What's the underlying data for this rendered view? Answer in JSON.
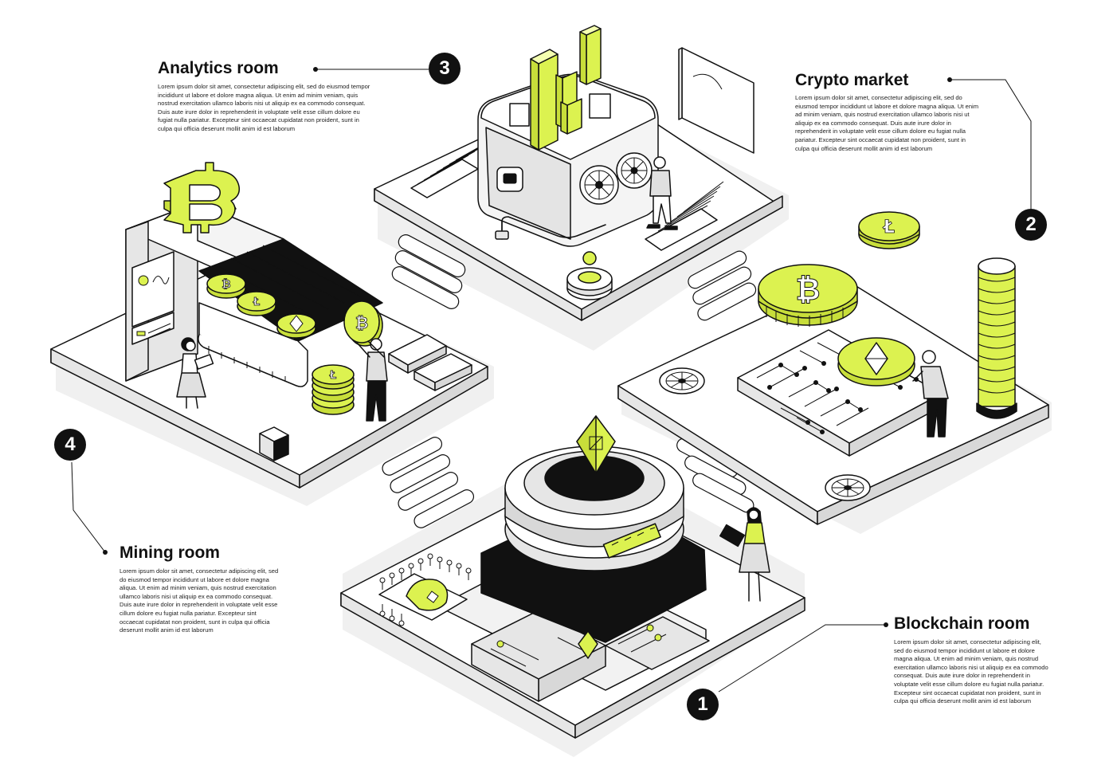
{
  "colors": {
    "accent": "#dcf250",
    "ink": "#111111",
    "surface": "#ffffff",
    "shade": "#e6e6e6",
    "shadow": "#f2f2f2"
  },
  "sections": {
    "analytics": {
      "number": "3",
      "title": "Analytics room",
      "text": "Lorem ipsum dolor sit amet, consectetur adipiscing elit, sed do eiusmod tempor incididunt ut labore et dolore magna aliqua. Ut enim ad minim veniam, quis nostrud exercitation ullamco laboris nisi ut aliquip ex ea commodo consequat. Duis aute irure dolor in reprehenderit in voluptate velit esse cillum dolore eu fugiat nulla pariatur. Excepteur sint occaecat cupidatat non proident, sunt in culpa qui officia deserunt mollit anim id est laborum"
    },
    "crypto_market": {
      "number": "2",
      "title": "Crypto market",
      "text": "Lorem ipsum dolor sit amet, consectetur adipiscing elit, sed do eiusmod tempor incididunt ut labore et dolore magna aliqua. Ut enim ad minim veniam, quis nostrud exercitation ullamco laboris nisi ut aliquip ex ea commodo consequat. Duis aute irure dolor in reprehenderit in voluptate velit esse cillum dolore eu fugiat nulla pariatur. Excepteur sint occaecat cupidatat non proident, sunt in culpa qui officia deserunt mollit anim id est laborum"
    },
    "mining": {
      "number": "4",
      "title": "Mining room",
      "text": "Lorem ipsum dolor sit amet, consectetur adipiscing elit, sed do eiusmod tempor incididunt ut labore et dolore magna aliqua. Ut enim ad minim veniam, quis nostrud exercitation ullamco laboris nisi ut aliquip ex ea commodo consequat. Duis aute irure dolor in reprehenderit in voluptate velit esse cillum dolore eu fugiat nulla pariatur. Excepteur sint occaecat cupidatat non proident, sunt in culpa qui officia deserunt mollit anim id est laborum"
    },
    "blockchain": {
      "number": "1",
      "title": "Blockchain room",
      "text": "Lorem ipsum dolor sit amet, consectetur adipiscing elit, sed do eiusmod tempor incididunt ut labore et dolore magna aliqua. Ut enim ad minim veniam, quis nostrud exercitation ullamco laboris nisi ut aliquip ex ea commodo consequat. Duis aute irure dolor in reprehenderit in voluptate velit esse cillum dolore eu fugiat nulla pariatur. Excepteur sint occaecat cupidatat non proident, sunt in culpa qui officia deserunt mollit anim id est laborum"
    }
  },
  "icons": [
    "bitcoin-icon",
    "litecoin-icon",
    "ethereum-icon",
    "fan-icon",
    "bar-chart-icon"
  ]
}
